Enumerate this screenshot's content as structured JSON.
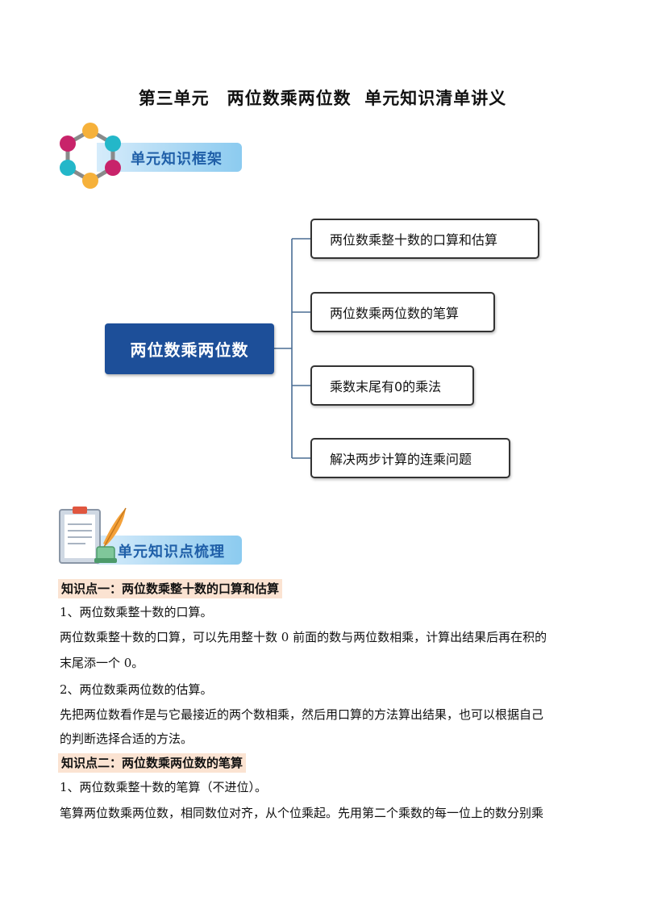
{
  "title": "第三单元　两位数乘两位数  单元知识清单讲义",
  "section1": {
    "label": "单元知识框架",
    "icon": "molecule-hexagon-icon"
  },
  "mindmap": {
    "root": "两位数乘两位数",
    "branches": [
      "两位数乘整十数的口算和估算",
      "两位数乘两位数的笔算",
      "乘数末尾有0的乘法",
      "解决两步计算的连乘问题"
    ]
  },
  "section2": {
    "label": "单元知识点梳理",
    "icon": "clipboard-quill-icon"
  },
  "content": {
    "kp1": {
      "heading": "知识点一：两位数乘整十数的口算和估算",
      "s1": "1、两位数乘整十数的口算。",
      "p1_line1": "两位数乘整十数的口算，可以先用整十数 0 前面的数与两位数相乘，计算出结果后再在积的",
      "p1_line2": "末尾添一个 0。",
      "s2": "2、两位数乘两位数的估算。",
      "p2_line1": "先把两位数看作是与它最接近的两个数相乘，然后用口算的方法算出结果，也可以根据自己",
      "p2_line2": "的判断选择合适的方法。"
    },
    "kp2": {
      "heading": "知识点二：两位数乘两位数的笔算",
      "s1": "1、两位数乘整十数的笔算（不进位）。",
      "p1_line1": "笔算两位数乘两位数，相同数位对齐，从个位乘起。先用第二个乘数的每一位上的数分别乘"
    }
  }
}
